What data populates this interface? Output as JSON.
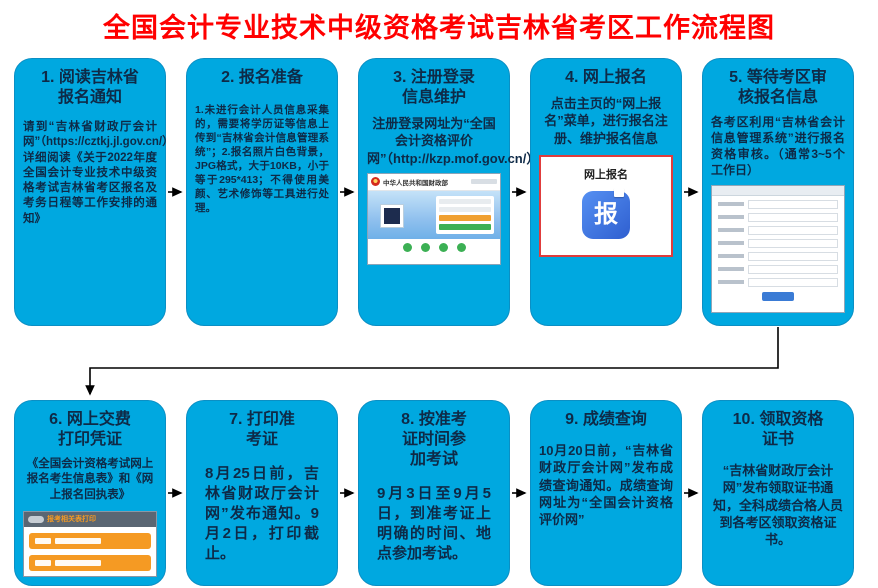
{
  "page": {
    "title": "全国会计专业技术中级资格考试吉林省考区工作流程图"
  },
  "colors": {
    "title_red": "#FF0000",
    "box_blue": "#00A8E0",
    "text_dark": "#0E2A47",
    "arrow_black": "#000000",
    "accent_orange": "#F59A23",
    "app_icon_blue": "#2F5FD0",
    "screenshot_border_red": "#E03C3C",
    "green": "#3CB054"
  },
  "steps": [
    {
      "title": "1. 阅读吉林省\n报名通知",
      "body": "请到“吉林省财政厅会计网”（https://cztkj.jl.gov.cn/）详细阅读《关于2022年度全国会计专业技术中级资格考试吉林省考区报名及考务日程等工作安排的通知》"
    },
    {
      "title": "2. 报名准备",
      "body": "1.未进行会计人员信息采集的，需要将学历证等信息上传到“吉林省会计信息管理系统”；2.报名照片白色背景，JPG格式，大于10KB，小于等于295*413；不得使用美颜、艺术修饰等工具进行处理。"
    },
    {
      "title": "3. 注册登录\n信息维护",
      "body": "注册登录网址为“全国会计资格评价网”（http://kzp.mof.gov.cn/）",
      "screenshot": {
        "header": "中华人民共和国财政部"
      }
    },
    {
      "title": "4. 网上报名",
      "body": "点击主页的“网上报名”菜单，进行报名注册、维护报名信息",
      "screenshot": {
        "label": "网上报名",
        "icon_char": "报"
      }
    },
    {
      "title": "5. 等待考区审\n核报名信息",
      "body": "各考区利用“吉林省会计信息管理系统”进行报名资格审核。（通常3~5个工作日）"
    },
    {
      "title": "6. 网上交费\n打印凭证",
      "body": "《全国会计资格考试网上报名考生信息表》和《网上报名回执表》",
      "screenshot": {
        "header": "报考相关表打印"
      }
    },
    {
      "title": "7. 打印准\n考证",
      "body": "8月25日前，吉林省财政厅会计网”发布通知。9月2日，打印截止。"
    },
    {
      "title": "8. 按准考\n证时间参\n加考试",
      "body": "9月3日至9月5日，到准考证上明确的时间、地点参加考试。"
    },
    {
      "title": "9. 成绩查询",
      "body": "10月20日前，“吉林省财政厅会计网”发布成绩查询通知。成绩查询网址为“全国会计资格评价网”"
    },
    {
      "title": "10. 领取资格\n证书",
      "body": "“吉林省财政厅会计网”发布领取证书通知，全科成绩合格人员到各考区领取资格证书。"
    }
  ]
}
